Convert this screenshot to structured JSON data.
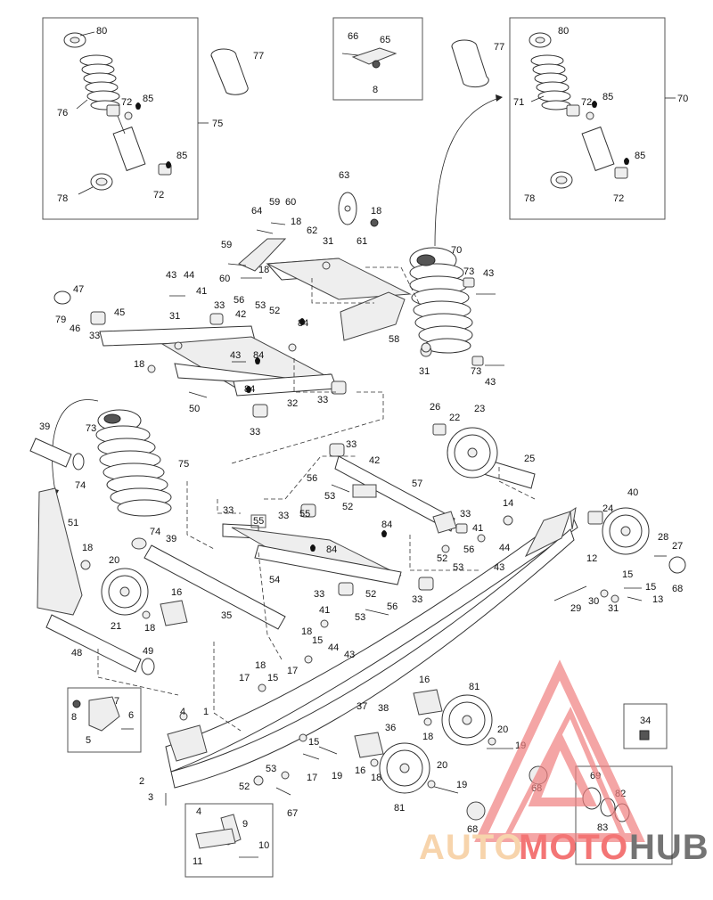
{
  "callouts": {
    "n1": "1",
    "n2": "2",
    "n3": "3",
    "n4": "4",
    "n5": "5",
    "n6": "6",
    "n7": "7",
    "n8": "8",
    "n9": "9",
    "n10": "10",
    "n11": "11",
    "n12": "12",
    "n13": "13",
    "n14": "14",
    "n15": "15",
    "n16": "16",
    "n17": "17",
    "n18": "18",
    "n19": "19",
    "n20": "20",
    "n21": "21",
    "n22": "22",
    "n23": "23",
    "n24": "24",
    "n25": "25",
    "n26": "26",
    "n27": "27",
    "n28": "28",
    "n29": "29",
    "n30": "30",
    "n31": "31",
    "n32": "32",
    "n33": "33",
    "n34": "34",
    "n35": "35",
    "n36": "36",
    "n37": "37",
    "n38": "38",
    "n39": "39",
    "n40": "40",
    "n41": "41",
    "n42": "42",
    "n43": "43",
    "n44": "44",
    "n45": "45",
    "n46": "46",
    "n47": "47",
    "n48": "48",
    "n49": "49",
    "n50": "50",
    "n51": "51",
    "n52": "52",
    "n53": "53",
    "n54": "54",
    "n55": "55",
    "n56": "56",
    "n57": "57",
    "n58": "58",
    "n59": "59",
    "n60": "60",
    "n61": "61",
    "n62": "62",
    "n63": "63",
    "n64": "64",
    "n65": "65",
    "n66": "66",
    "n67": "67",
    "n68": "68",
    "n69": "69",
    "n70": "70",
    "n71": "71",
    "n72": "72",
    "n73": "73",
    "n74": "74",
    "n75": "75",
    "n76": "76",
    "n77": "77",
    "n78": "78",
    "n79": "79",
    "n80": "80",
    "n81": "81",
    "n82": "82",
    "n83": "83",
    "n84": "84",
    "n85": "85"
  },
  "watermark": {
    "word_a": "AUTO",
    "word_b": "MOTO",
    "word_c": "HUB",
    "color_a": "#F5C38A",
    "color_b": "#EE3B3B",
    "color_c": "#3A3A3A",
    "logo_color": "#F08080"
  }
}
